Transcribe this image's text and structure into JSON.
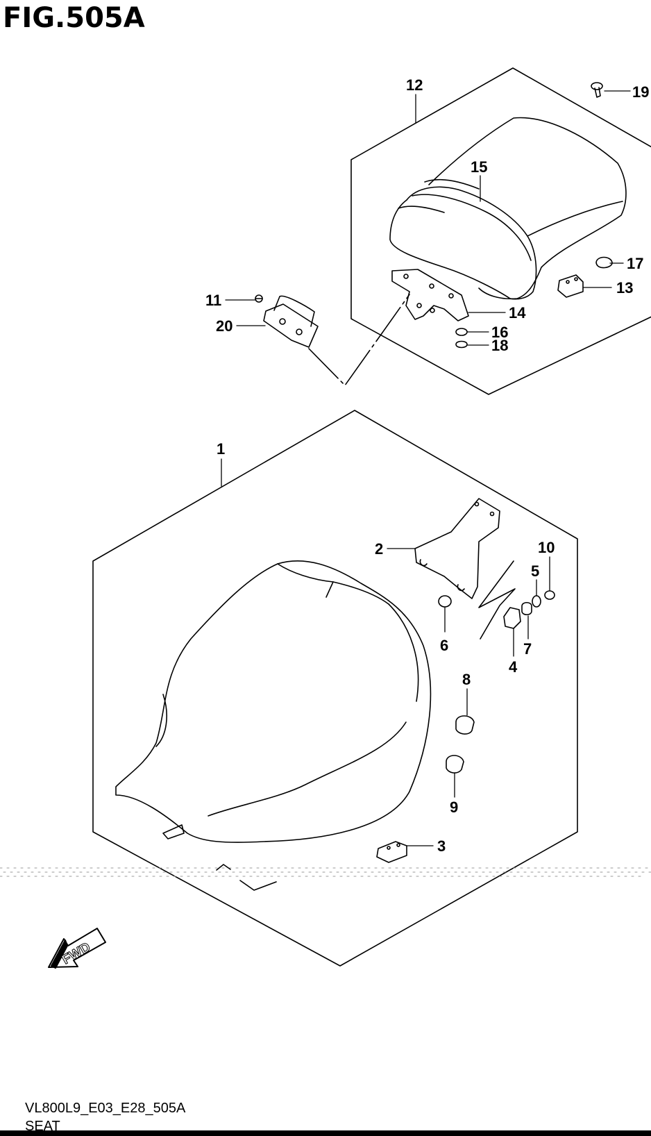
{
  "figure": {
    "title": "FIG.505A"
  },
  "callouts": {
    "c1": "1",
    "c2": "2",
    "c3": "3",
    "c4": "4",
    "c5": "5",
    "c6": "6",
    "c7": "7",
    "c8": "8",
    "c9": "9",
    "c10": "10",
    "c11": "11",
    "c12": "12",
    "c13": "13",
    "c14": "14",
    "c15": "15",
    "c16": "16",
    "c17": "17",
    "c18": "18",
    "c19": "19",
    "c20": "20"
  },
  "fwd_label": "FWD",
  "footer": {
    "code": "VL800L9_E03_E28_505A",
    "name": "SEAT"
  }
}
